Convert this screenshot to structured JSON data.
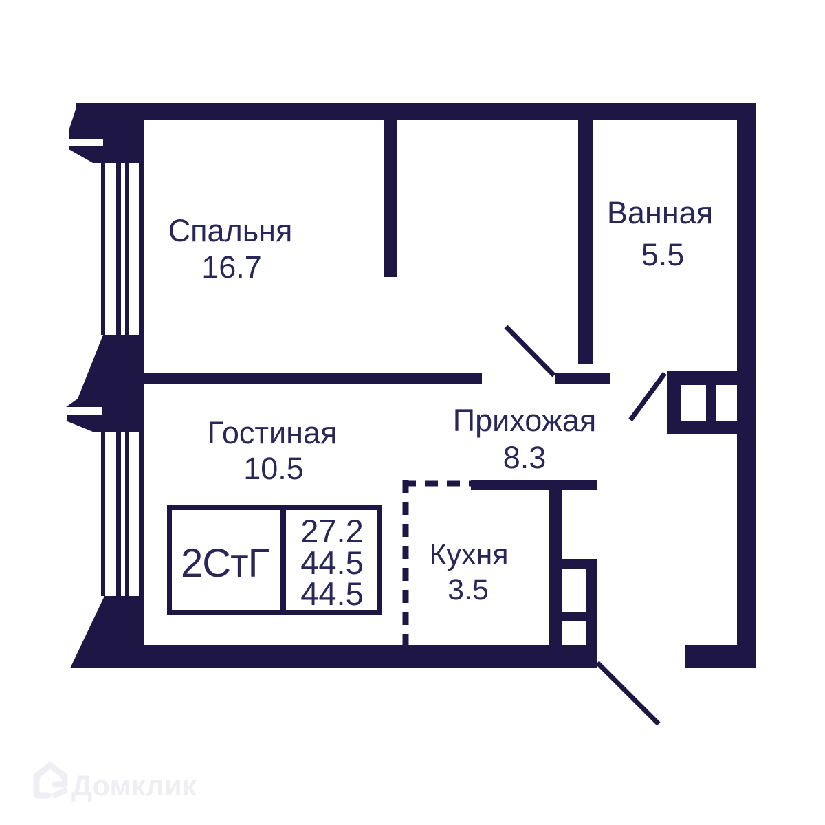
{
  "plan": {
    "rooms": {
      "bedroom": {
        "name": "Спальня",
        "area": "16.7"
      },
      "bathroom": {
        "name": "Ванная",
        "area": "5.5"
      },
      "living": {
        "name": "Гостиная",
        "area": "10.5"
      },
      "hallway": {
        "name": "Прихожая",
        "area": "8.3"
      },
      "kitchen": {
        "name": "Кухня",
        "area": "3.5"
      }
    },
    "info_box": {
      "unit_label": "2СтГ",
      "values": [
        "27.2",
        "44.5",
        "44.5"
      ]
    }
  },
  "watermark": {
    "brand": "Домклик"
  },
  "colors": {
    "wall": "#1e1746",
    "text": "#29265a",
    "background": "#ffffff",
    "watermark": "#efeef3"
  }
}
